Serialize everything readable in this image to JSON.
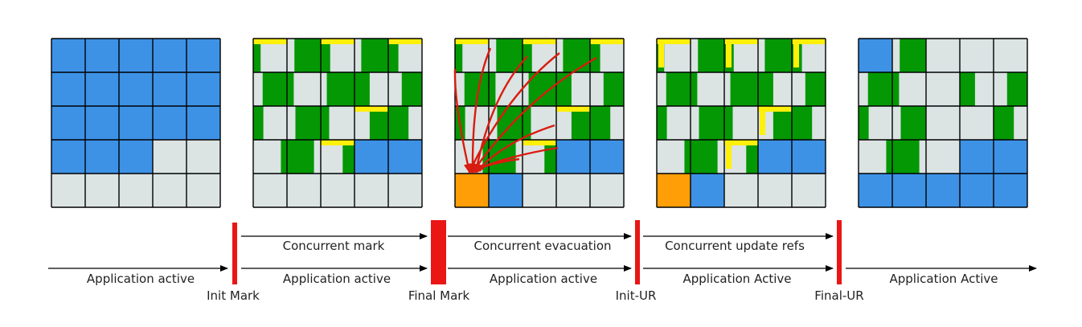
{
  "colors": {
    "blue": "#3d92e6",
    "green": "#049804",
    "grey": "#dbe3e3",
    "yellow": "#fff009",
    "orange": "#ff9e06",
    "pause": "#ea1515",
    "arrow": "#d91c10",
    "line": "#000000"
  },
  "timeline": {
    "segments": [
      {
        "app": "Application active",
        "phase": ""
      },
      {
        "app": "Application active",
        "phase": "Concurrent mark"
      },
      {
        "app": "Application active",
        "phase": "Concurrent evacuation"
      },
      {
        "app": "Application Active",
        "phase": "Concurrent update refs"
      },
      {
        "app": "Application Active",
        "phase": ""
      }
    ],
    "pauses": [
      "Init Mark",
      "Final Mark",
      "Init-UR",
      "Final-UR"
    ]
  },
  "heaps": [
    {
      "name": "before-gc",
      "rows": [
        [
          "B",
          "B",
          "B",
          "B",
          "B"
        ],
        [
          "B",
          "B",
          "B",
          "B",
          "B"
        ],
        [
          "B",
          "B",
          "B",
          "B",
          "B"
        ],
        [
          "B",
          "B",
          "B",
          "G",
          "G"
        ],
        [
          "G",
          "G",
          "G",
          "G",
          "G"
        ]
      ]
    },
    {
      "name": "after-mark",
      "rows": [
        [
          "M",
          "M",
          "M",
          "M",
          "M"
        ],
        [
          "M",
          "M",
          "M",
          "M",
          "M"
        ],
        [
          "M",
          "M",
          "M",
          "M",
          "M"
        ],
        [
          "M",
          "M",
          "M",
          "B",
          "B"
        ],
        [
          "G",
          "G",
          "G",
          "G",
          "G"
        ]
      ]
    },
    {
      "name": "evacuation",
      "rows": [
        [
          "M",
          "M",
          "M",
          "M",
          "M"
        ],
        [
          "M",
          "M",
          "M",
          "M",
          "M"
        ],
        [
          "M",
          "M",
          "M",
          "M",
          "M"
        ],
        [
          "M",
          "M",
          "M",
          "B",
          "B"
        ],
        [
          "O",
          "B",
          "G",
          "G",
          "G"
        ]
      ]
    },
    {
      "name": "update-refs",
      "rows": [
        [
          "M",
          "M",
          "M",
          "M",
          "M"
        ],
        [
          "M",
          "M",
          "M",
          "M",
          "M"
        ],
        [
          "M",
          "M",
          "M",
          "M",
          "M"
        ],
        [
          "M",
          "M",
          "M",
          "B",
          "B"
        ],
        [
          "O",
          "B",
          "G",
          "G",
          "G"
        ]
      ]
    },
    {
      "name": "after-gc",
      "rows": [
        [
          "B",
          "M",
          "G",
          "G",
          "G"
        ],
        [
          "M",
          "M",
          "G",
          "M",
          "M"
        ],
        [
          "M",
          "M",
          "G",
          "G",
          "M"
        ],
        [
          "M",
          "M",
          "G",
          "B",
          "B"
        ],
        [
          "B",
          "B",
          "B",
          "B",
          "B"
        ]
      ]
    }
  ]
}
